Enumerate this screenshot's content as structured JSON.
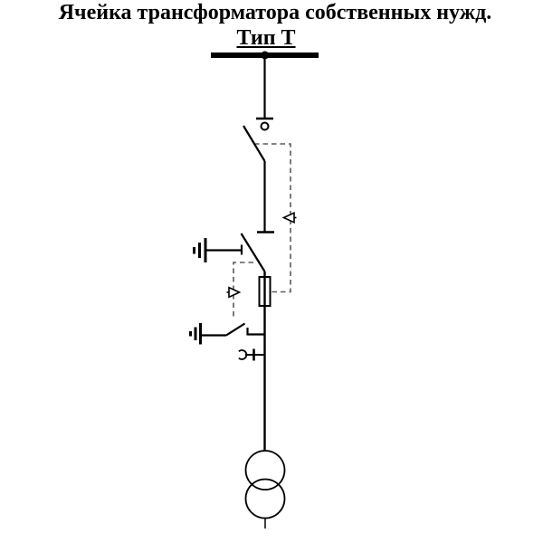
{
  "page": {
    "background": "#ffffff",
    "line_color": "#000000",
    "interlock_line_color": "#5a5a5a"
  },
  "header": {
    "title": "Ячейка трансформатора собственных нужд.",
    "subtitle": "Тип Т"
  },
  "diagram": {
    "kind": "single-line-electrical-schematic",
    "components": [
      {
        "name": "busbar"
      },
      {
        "name": "busbar-junction-dot"
      },
      {
        "name": "busbar-disconnector",
        "parts": [
          "fixed-contact-bar",
          "fixed-contact-circle",
          "blade"
        ]
      },
      {
        "name": "interlock-link-right",
        "style": "dashed",
        "arrow": "left-pointing-triangle"
      },
      {
        "name": "line-disconnector",
        "parts": [
          "fixed-contact-bar",
          "blade"
        ]
      },
      {
        "name": "earthing-switch-upper",
        "parts": [
          "earth-electrode",
          "lead",
          "contact-tick"
        ]
      },
      {
        "name": "interlock-link-left",
        "style": "dashed",
        "arrow": "right-pointing-triangle"
      },
      {
        "name": "fuse"
      },
      {
        "name": "earthing-switch-lower",
        "parts": [
          "earth-electrode",
          "lead",
          "blade",
          "fixed-contact"
        ]
      },
      {
        "name": "plug-connector"
      },
      {
        "name": "feeder-line"
      },
      {
        "name": "auxiliary-transformer",
        "parts": [
          "primary-winding-circle",
          "secondary-winding-circle",
          "bottom-tail"
        ]
      }
    ]
  }
}
